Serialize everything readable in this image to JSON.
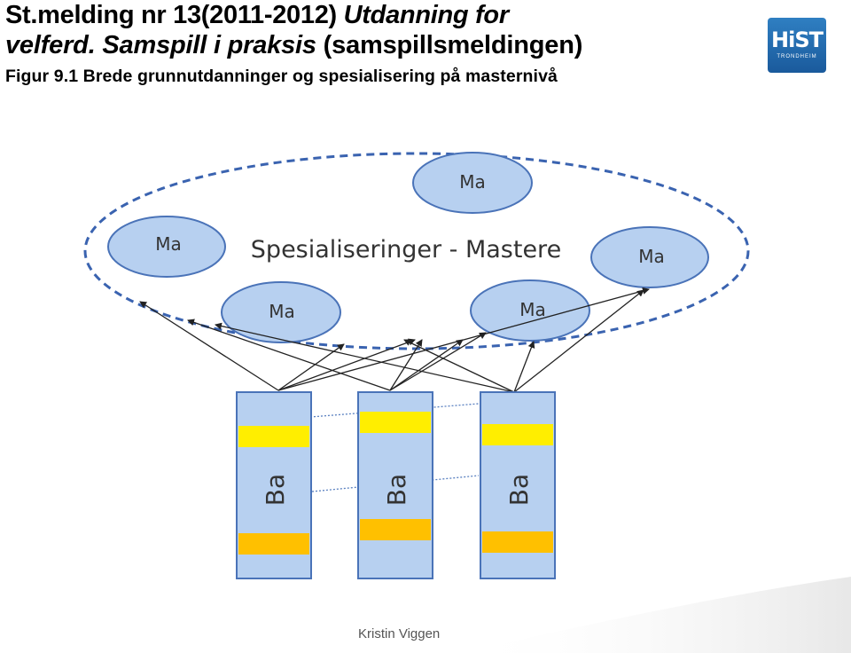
{
  "title": {
    "line1_prefix": "St.melding nr 13(2011-2012) ",
    "line1_italic": "Utdanning for",
    "line2_italic": "velferd. Samspill i praksis",
    "line2_suffix": " (samspillsmeldingen)",
    "figure_caption": "Figur 9.1 Brede grunnutdanninger og spesialisering på masternivå"
  },
  "logo": {
    "main": "HiST",
    "sub": "TRONDHEIM"
  },
  "diagram": {
    "specialization_label": "Spesialiseringer - Mastere",
    "master_label": "Ma",
    "bachelor_label": "Ba",
    "colors": {
      "ellipse_fill": "#b7d0f0",
      "ellipse_stroke": "#4a73b8",
      "outer_dash": "#3a63b0",
      "column_fill": "#b7d0f0",
      "column_stroke": "#4a73b8",
      "band_yellow": "#ffee00",
      "band_orange": "#ffc000"
    }
  },
  "footer": {
    "author": "Kristin Viggen"
  }
}
